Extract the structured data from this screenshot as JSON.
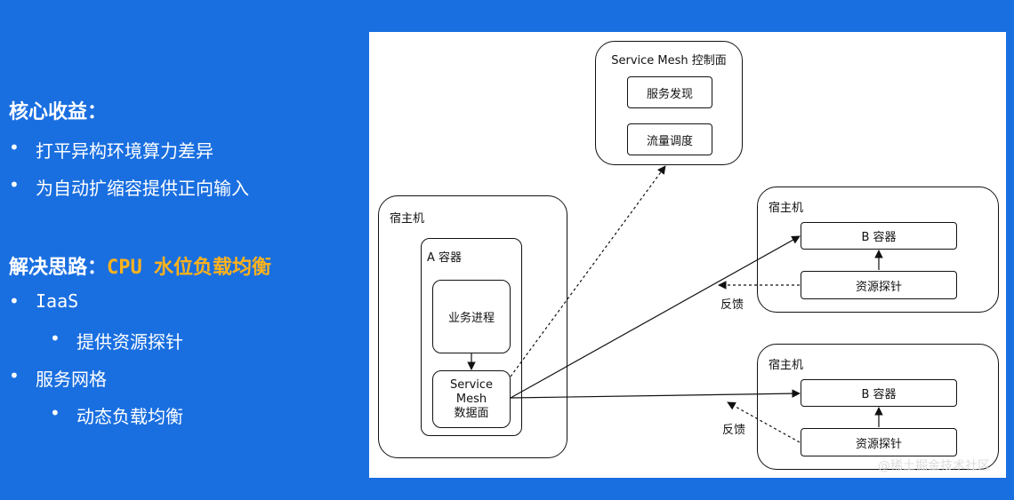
{
  "left": {
    "section1": {
      "title": "核心收益：",
      "bullets": [
        "打平异构环境算力差异",
        "为自动扩缩容提供正向输入"
      ]
    },
    "section2": {
      "title_prefix": "解决思路：",
      "title_highlight": "CPU 水位负载均衡",
      "bullets": [
        {
          "text": "IaaS",
          "sub": "提供资源探针"
        },
        {
          "text": "服务网格",
          "sub": "动态负载均衡"
        }
      ]
    },
    "bullet_char": "•"
  },
  "diagram": {
    "control_plane": {
      "title": "Service Mesh 控制面",
      "items": [
        "服务发现",
        "流量调度"
      ]
    },
    "left_host": {
      "title": "宿主机",
      "container": {
        "title": "A 容器",
        "process": "业务进程",
        "data_plane": "Service\nMesh\n数据面"
      }
    },
    "right_hosts": [
      {
        "title": "宿主机",
        "container": "B 容器",
        "probe": "资源探针",
        "feedback": "反馈"
      },
      {
        "title": "宿主机",
        "container": "B 容器",
        "probe": "资源探针",
        "feedback": "反馈"
      }
    ],
    "watermark": "@稀土掘金技术社区"
  }
}
